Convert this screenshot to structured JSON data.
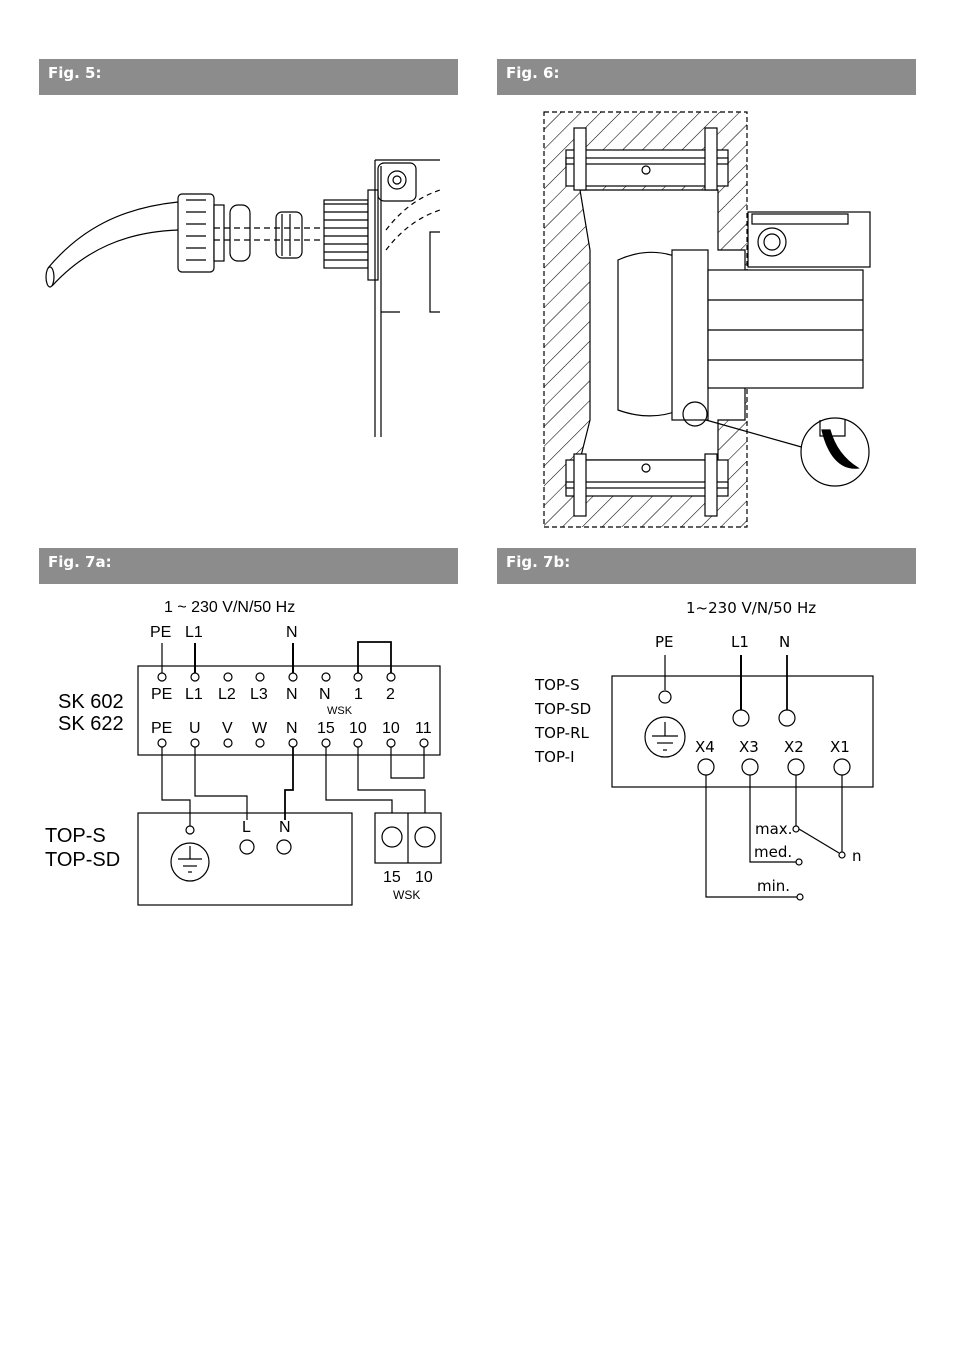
{
  "figures": {
    "fig5": {
      "label": "Fig. 5:"
    },
    "fig6": {
      "label": "Fig. 6:"
    },
    "fig7a": {
      "label": "Fig. 7a:",
      "supply": "1 ~ 230 V/N/50 Hz",
      "supply_terminals": [
        "PE",
        "L1",
        "N"
      ],
      "panel_name": [
        "SK 602",
        "SK 622"
      ],
      "top_row": [
        "PE",
        "L1",
        "L2",
        "L3",
        "N",
        "N",
        "1",
        "2"
      ],
      "top_sub": "WSK",
      "bottom_row": [
        "PE",
        "U",
        "V",
        "W",
        "N",
        "15",
        "10",
        "10",
        "11"
      ],
      "pump_name": [
        "TOP-S",
        "TOP-SD"
      ],
      "pump_terminals": [
        "L",
        "N"
      ],
      "wsk_terminals": [
        "15",
        "10"
      ],
      "wsk_label": "WSK"
    },
    "fig7b": {
      "label": "Fig. 7b:",
      "supply": "1~230 V/N/50 Hz",
      "supply_terminals": [
        "PE",
        "L1",
        "N"
      ],
      "models": [
        "TOP-S",
        "TOP-SD",
        "TOP-RL",
        "TOP-I"
      ],
      "terminals": [
        "X4",
        "X3",
        "X2",
        "X1"
      ],
      "speeds": [
        "max.",
        "med.",
        "min."
      ],
      "neutral": "n"
    }
  },
  "colors": {
    "header_bar": "#8c8c8c",
    "header_text": "#ffffff",
    "line": "#000000"
  }
}
